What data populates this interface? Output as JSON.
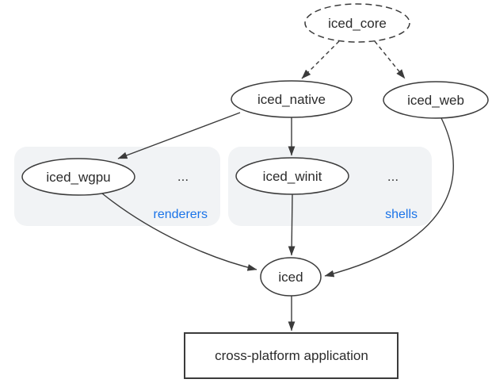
{
  "colors": {
    "label_blue": "#1a73e8",
    "stroke_dark": "#3b3b3b",
    "group_fill": "#f1f3f5"
  },
  "nodes": {
    "core": "iced_core",
    "native": "iced_native",
    "web": "iced_web",
    "wgpu": "iced_wgpu",
    "winit": "iced_winit",
    "iced": "iced",
    "app": "cross-platform application"
  },
  "groups": {
    "renderers_label": "renderers",
    "renderers_ellipsis": "...",
    "shells_label": "shells",
    "shells_ellipsis": "..."
  }
}
